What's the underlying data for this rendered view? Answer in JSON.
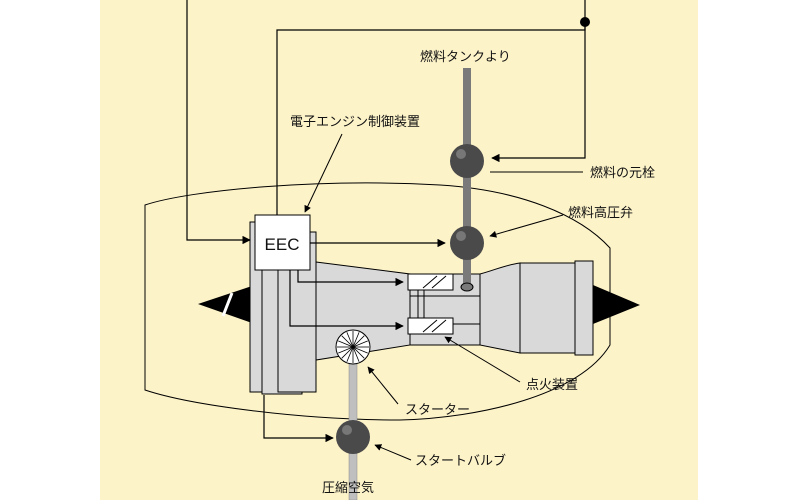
{
  "colors": {
    "panel_bg": "#fdf3c9",
    "engine_fill": "#d9d9d9",
    "engine_dark": "#bfbfbf",
    "line": "#000000",
    "fuel_pipe": "#7a7a7a",
    "valve": "#4a4a4a",
    "eec_box": "#ffffff"
  },
  "labels": {
    "fuel_from_tank": "燃料タンクより",
    "eec_full_name": "電子エンジン制御装置",
    "eec_box": "EEC",
    "fuel_shutoff_valve": "燃料の元栓",
    "fuel_pressure_valve": "燃料高圧弁",
    "igniter": "点火装置",
    "starter": "スターター",
    "start_valve": "スタートバルブ",
    "compressed_air": "圧縮空気"
  },
  "icons": {
    "valve": "valve-icon",
    "starter": "starter-fan-icon",
    "igniter": "spark-plug-icon"
  }
}
